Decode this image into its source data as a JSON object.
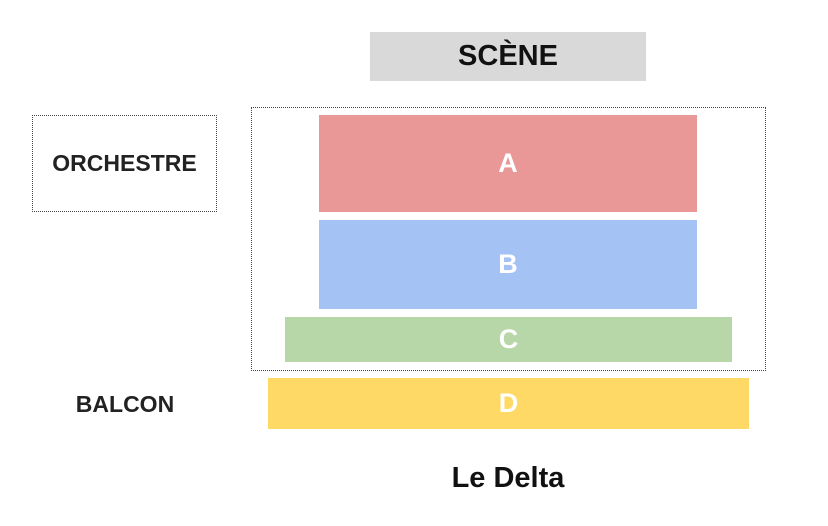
{
  "stage": {
    "label": "SCÈNE",
    "color": "#d9d9d9"
  },
  "zones": {
    "orchestre": {
      "label": "ORCHESTRE"
    },
    "balcon": {
      "label": "BALCON"
    }
  },
  "sections": [
    {
      "label": "A",
      "zone": "ORCHESTRE",
      "color": "#e99797"
    },
    {
      "label": "B",
      "zone": "ORCHESTRE",
      "color": "#a4c2f4"
    },
    {
      "label": "C",
      "zone": "ORCHESTRE",
      "color": "#b7d7a8"
    },
    {
      "label": "D",
      "zone": "BALCON",
      "color": "#ffd966"
    }
  ],
  "venue": {
    "name": "Le Delta"
  }
}
